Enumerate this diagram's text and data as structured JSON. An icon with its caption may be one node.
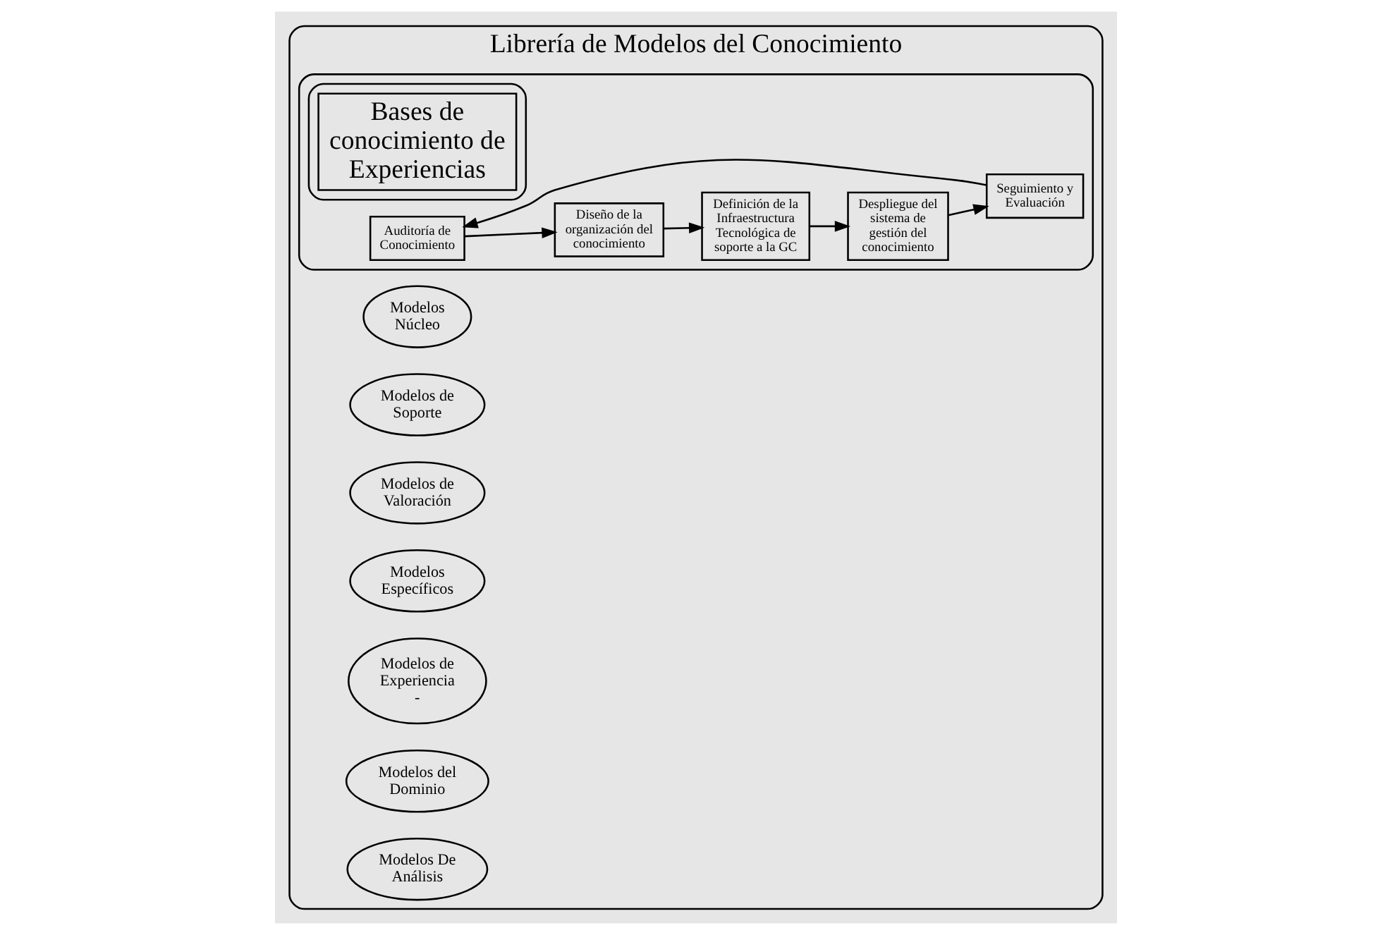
{
  "diagram": {
    "nodes": [
      {
        "text": [
          "Librería de Modelos del Conocimiento"
        ]
      },
      {
        "text": [
          "Modelos Núcleo"
        ],
        "in": 0
      },
      {
        "text": [
          "Modelos de Soporte"
        ],
        "in": 0
      },
      {
        "text": [
          "Modelos de Valoración"
        ],
        "in": 0
      },
      {
        "text": [
          "Modelos Específicos"
        ],
        "in": 0
      },
      {
        "text": [
          "Modelos de Experiencia -"
        ],
        "in": 0
      },
      {
        "text": [
          "Modelos del Dominio"
        ],
        "in": 0
      },
      {
        "text": [
          "Modelos De Análisis"
        ],
        "in": 0
      },
      {
        "text": [],
        "shape": "ellipse",
        "in": 0
      },
      {
        "text": [
          "Auditoría de Conocimiento"
        ],
        "in": 8
      },
      {
        "text": [
          "Diseño de la organización del conocimiento"
        ],
        "in": 8
      },
      {
        "text": [
          "Definición de la Infraestructura Tecnológica de soporte a la GC"
        ],
        "in": 8
      },
      {
        "text": [
          "Despliegue del sistema de gestión del conocimiento"
        ],
        "in": 8
      },
      {
        "text": [
          "Seguimiento y Evaluación"
        ],
        "in": 8
      },
      {
        "text": [],
        "shape": "ellipse",
        "in": 8
      },
      {
        "text": [
          "Bases de conocimiento de Experiencias"
        ],
        "in": 14
      }
    ],
    "edges": [
      {
        "from": 9,
        "to": 10,
        "arrow": "to"
      },
      {
        "from": 10,
        "to": 11,
        "arrow": "to"
      },
      {
        "from": 11,
        "to": 12,
        "arrow": "to"
      },
      {
        "from": 12,
        "to": 13,
        "arrow": "to"
      },
      {
        "from": 13,
        "to": 9,
        "arrow": "to"
      }
    ]
  }
}
